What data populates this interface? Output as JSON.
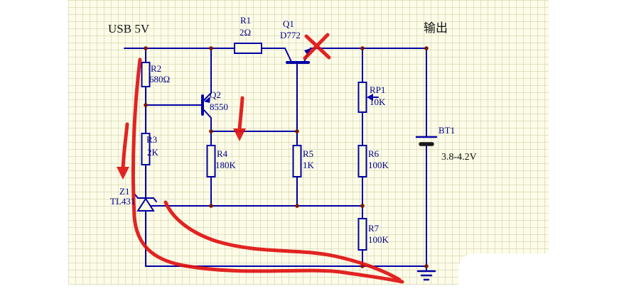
{
  "colors": {
    "wire": "#0000A6",
    "label": "#00008B",
    "junction": "#801500",
    "annotation": "#E01212",
    "grid_bg": "#FCFCE8"
  },
  "schematic": {
    "power_label": "USB 5V",
    "output_label": "输出",
    "components": {
      "r1": {
        "ref": "R1",
        "value": "2Ω"
      },
      "q1": {
        "ref": "Q1",
        "value": "D772"
      },
      "r2": {
        "ref": "R2",
        "value": "680Ω"
      },
      "q2": {
        "ref": "Q2",
        "value": "8550"
      },
      "r3": {
        "ref": "R3",
        "value": "2K"
      },
      "r4": {
        "ref": "R4",
        "value": "180K"
      },
      "r5": {
        "ref": "R5",
        "value": "1K"
      },
      "rp1": {
        "ref": "RP1",
        "value": "10K"
      },
      "r6": {
        "ref": "R6",
        "value": "100K"
      },
      "r7": {
        "ref": "R7",
        "value": "100K"
      },
      "z1": {
        "ref": "Z1",
        "value": "TL431"
      },
      "bt1": {
        "ref": "BT1",
        "value": "3.8-4.2V"
      }
    }
  },
  "annotations": {
    "marks": [
      "red-x-over-q1",
      "red-arrow-left",
      "red-arrow-middle",
      "red-stroke-long-left",
      "red-stroke-long-bottom"
    ]
  }
}
